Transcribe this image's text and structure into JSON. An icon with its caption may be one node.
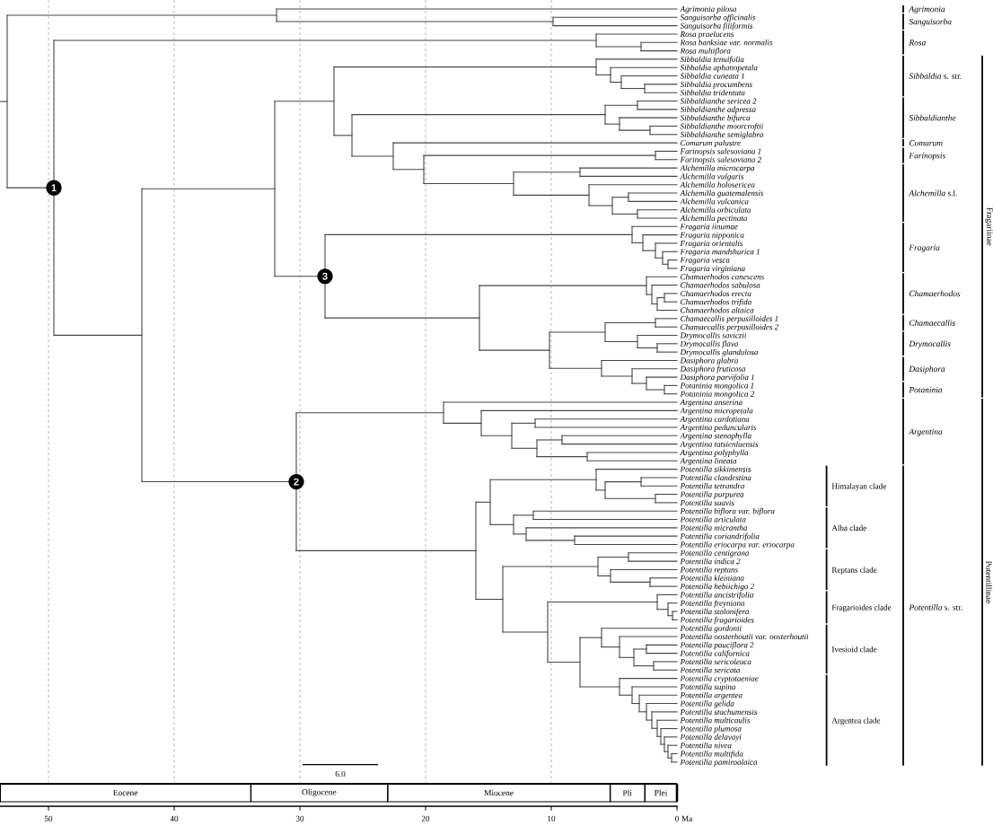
{
  "diagram": {
    "nodes": [
      {
        "text": [
          "1"
        ]
      },
      {
        "text": [
          "2"
        ]
      },
      {
        "text": [
          "3"
        ]
      }
    ],
    "labels": [
      "Agrimonia pilosa",
      "Sanguisorba officinalis",
      "Sanguisorba filiformis",
      "Rosa praelucens",
      "Rosa banksiae var. normalis",
      "Rosa multiflora",
      "Sibbaldia tenuifolia",
      "Sibbaldia aphanopetala",
      "Sibbaldia cuneata 1",
      "Sibbaldia procumbens",
      "Sibbaldia tridentata",
      "Sibbaldianthe sericea 2",
      "Sibbaldianthe adpressa",
      "Sibbaldianthe bifurca",
      "Sibbaldianthe moorcroftii",
      "Sibbaldianthe semiglabra",
      "Comarum palustre",
      "Farinopsis salesoviana 1",
      "Farinopsis salesoviana 2",
      "Alchemilla microcarpa",
      "Alchemilla vulgaris",
      "Alchemilla holosericea",
      "Alchemilla guatemalensis",
      "Alchemilla vulcanica",
      "Alchemilla orbiculata",
      "Alchemilla pectinata",
      "Fragaria iinumae",
      "Fragaria nipponica",
      "Fragaria orientalis",
      "Fragaria mandshurica 1",
      "Fragaria vesca",
      "Fragaria virginiana",
      "Chamaerhodos canescens",
      "Chamaerhodos sabulosa",
      "Chamaerhodos erecta",
      "Chamaerhodos trifida",
      "Chamaerhodos altaica",
      "Chamaecallis perpusilloides 1",
      "Chamaecallis perpusilloides 2",
      "Drymocallis saviczii",
      "Drymocallis flava",
      "Drymocallis glandulosa",
      "Dasiphora glabra",
      "Dasiphora fruticosa",
      "Dasiphora parvifolia 1",
      "Potaninia mongolica 1",
      "Potaninia mongolica 2",
      "Argentina anserina",
      "Argentina micropetala",
      "Argentina cardotiana",
      "Argentina peduncularis",
      "Argentina stenophylla",
      "Argentina tatsienluensis",
      "Argentina polyphylla",
      "Argentina lineata",
      "Potentilla sikkimensis",
      "Potentilla clandestina",
      "Potentilla tetrandra",
      "Potentilla purpurea",
      "Potentilla suavis",
      "Potentilla biflora var. biflora",
      "Potentilla articulata",
      "Potentilla micrantha",
      "Potentilla coriandrifolia",
      "Potentilla eriocarpa var. eriocarpa",
      "Potentilla centigrana",
      "Potentilla indica 2",
      "Potentilla reptans",
      "Potentilla kleiniana",
      "Potentilla hebiichigo 2",
      "Potentilla ancistrifolia",
      "Potentilla freyniana",
      "Potentilla stolonifera",
      "Potentilla fragarioides",
      "Potentilla gordonii",
      "Potentilla oosterhoutii var. oosterhoutii",
      "Potentilla pauciflora 2",
      "Potentilla californica",
      "Potentilla sericoleuca",
      "Potentilla sericata",
      "Potentilla cryptotaeniae",
      "Potentilla supina",
      "Potentilla argentea",
      "Potentilla gelida",
      "Potentilla stachumensis",
      "Potentilla multicaulis",
      "Potentilla plumosa",
      "Potentilla delavayi",
      "Potentilla nivea",
      "Potentilla multifida",
      "Potentilla pamiroalaica",
      "Agrimonia",
      "Sanguisorba",
      "Rosa",
      "*Sibbaldia* s. str.",
      "Sibbaldianthe",
      "Comarum",
      "Farinopsis",
      "*Alchemilla* s.l.",
      "Fragaria",
      "Chamaerhodos",
      "Chamaecallis",
      "Drymocallis",
      "Dasiphora",
      "Potaninia",
      "Argentina",
      "Himalayan clade",
      "Alba clade",
      "Reptans clade",
      "Fragarioides clade",
      "*Potentilla* s. str.",
      "Ivesioid clade",
      "Argentea clade",
      "Fragariinae",
      "Potentillinae",
      "6.0",
      "Eocene",
      "Oligocene",
      "Miocene",
      "Pli",
      "Plei",
      "50",
      "40",
      "30",
      "20",
      "10",
      "0",
      "Ma"
    ]
  }
}
